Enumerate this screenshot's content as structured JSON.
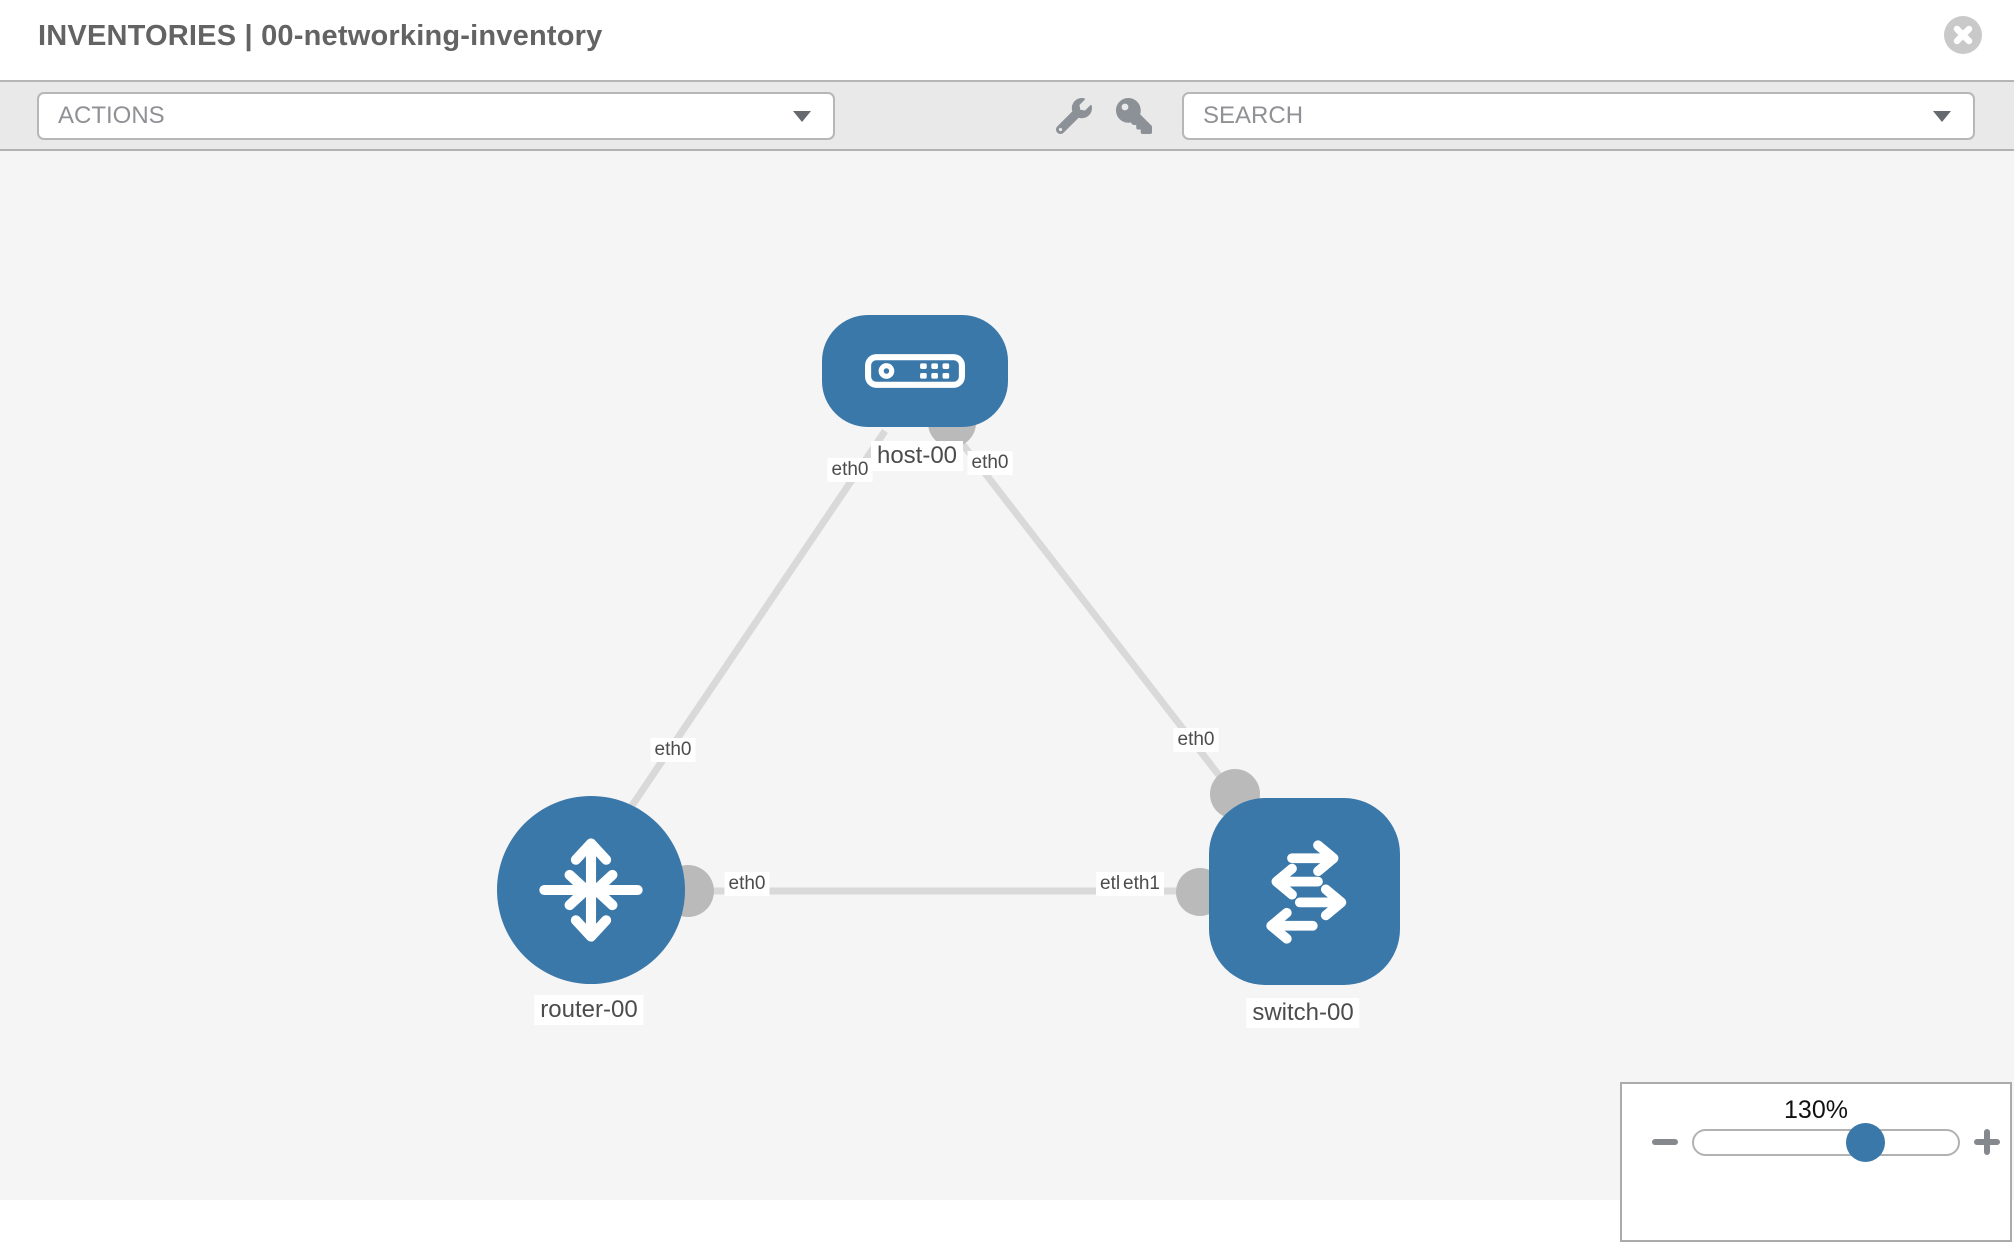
{
  "header": {
    "title": "INVENTORIES | 00-networking-inventory"
  },
  "toolbar": {
    "actions_label": "ACTIONS",
    "search_label": "SEARCH",
    "icon_buttons": [
      "wrench-icon",
      "key-icon"
    ]
  },
  "graph": {
    "nodes": [
      {
        "id": "host-00",
        "type": "host",
        "label": "host-00"
      },
      {
        "id": "router-00",
        "type": "router",
        "label": "router-00"
      },
      {
        "id": "switch-00",
        "type": "switch",
        "label": "switch-00"
      }
    ],
    "links": [
      {
        "source": "host-00",
        "target": "router-00",
        "source_if": "eth0",
        "target_if": "eth0"
      },
      {
        "source": "host-00",
        "target": "switch-00",
        "source_if": "eth0",
        "target_if": "eth0"
      },
      {
        "source": "router-00",
        "target": "switch-00",
        "source_if": "eth0",
        "target_if": "eth1",
        "target_if_overlapped": "eth0"
      }
    ]
  },
  "zoom_panel": {
    "level": "130%"
  },
  "colors": {
    "node_blue": "#3a78aa",
    "edge_gray": "#d9d9d9",
    "connector_gray": "#bababa",
    "toolbar_bg": "#e9e9e9",
    "canvas_bg": "#f5f5f6",
    "label_text": "#4c4c4c",
    "placeholder_text": "#8f9194",
    "title_text": "#636363"
  }
}
